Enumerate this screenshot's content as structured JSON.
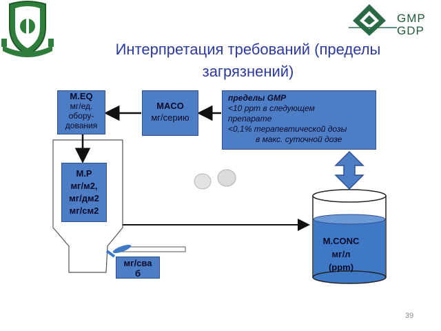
{
  "title": {
    "line1": "Интерпретация требований (пределы",
    "line2": "загрязнений)"
  },
  "logo_right": {
    "line1": "GMP",
    "line2": "GDP"
  },
  "boxes": {
    "eq": {
      "title": "M.EQ",
      "line2": "мг/ед.",
      "line3": "обору-",
      "line4": "дования"
    },
    "maco": {
      "title": "MACO",
      "line2": "мг/серию"
    },
    "limits": {
      "line1": "пределы GMP",
      "line2": "<10 ppm в следующем",
      "line3": "препарате",
      "line4": "<0,1% терапевтической дозы",
      "line5": "в макс. суточной дозе"
    },
    "mp": {
      "line1": "M.P",
      "line2": "мг/м2,",
      "line3": "мг/дм2",
      "line4": "мг/см2"
    },
    "swab": {
      "line1": "мг/сва",
      "line2": "б"
    },
    "conc": {
      "line1": "M.CONC",
      "line2": "мг/л",
      "line3": "(ppm)"
    }
  },
  "page_number": "39",
  "colors": {
    "box_fill": "#4d7dc4",
    "title": "#2c3aa0",
    "liquid": "#3f79c6",
    "logo_green": "#1f5a3a"
  },
  "icons": [
    "shield-logo-icon",
    "gmp-gdp-logo-icon",
    "tablet-icon",
    "arrow-icon"
  ]
}
